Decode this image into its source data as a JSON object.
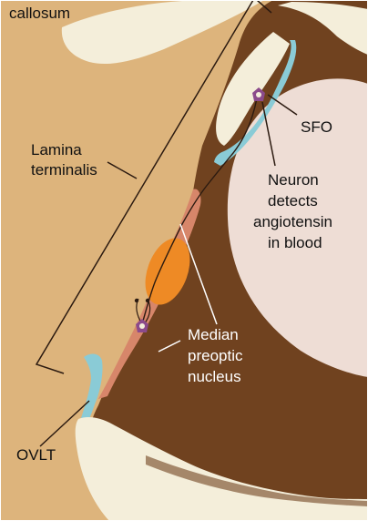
{
  "labels": {
    "callosum": "callosum",
    "lamina_line1": "Lamina",
    "lamina_line2": "terminalis",
    "sfo": "SFO",
    "neuron_line1": "Neuron",
    "neuron_line2": "detects",
    "neuron_line3": "angiotensin",
    "neuron_line4": "in blood",
    "median_line1": "Median",
    "median_line2": "preoptic",
    "median_line3": "nucleus",
    "ovlt": "OVLT"
  },
  "colors": {
    "tan_background": "#DDB47C",
    "dark_brown": "#70421F",
    "cream": "#F4EEDA",
    "pale_pink": "#EEDDD5",
    "cyan_organ": "#8ACBD6",
    "salmon_nucleus": "#D7866A",
    "orange_cluster": "#EE8A25",
    "neuron_purple": "#8B4A8B"
  },
  "icons": [
    "neuron-cell-icon"
  ]
}
